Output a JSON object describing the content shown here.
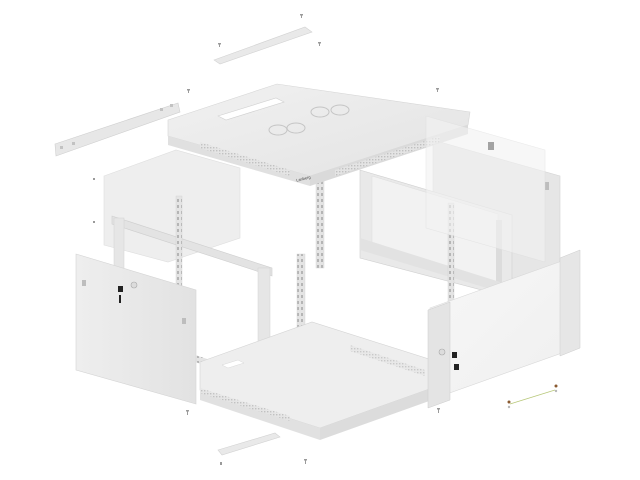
{
  "image": {
    "subject": "Exploded view of a wall-mount network rack cabinet",
    "background_color": "#ffffff",
    "panel_color": "#ececec",
    "panel_shade": "#dcdcdc",
    "edge_color": "#c8c8c8",
    "glass_color": "#f4f4f4",
    "lock_color": "#222222",
    "ground_wire_color": "#b8c87a",
    "logo_text": "Lanberg"
  },
  "parts": [
    {
      "name": "top-cover",
      "label": "Top cover with fan openings"
    },
    {
      "name": "top-rail-strip",
      "label": "Cable entry strip"
    },
    {
      "name": "wall-mount-bracket",
      "label": "Wall mounting bracket"
    },
    {
      "name": "rear-panel",
      "label": "Rear panel"
    },
    {
      "name": "left-frame",
      "label": "Left frame"
    },
    {
      "name": "right-frame",
      "label": "Right frame"
    },
    {
      "name": "mounting-rails",
      "label": "19-inch mounting rails"
    },
    {
      "name": "left-side-panel",
      "label": "Left side panel with lock"
    },
    {
      "name": "right-side-panel",
      "label": "Right side panel"
    },
    {
      "name": "glass-front-door",
      "label": "Glass front door with lock"
    },
    {
      "name": "bottom-base",
      "label": "Bottom base"
    },
    {
      "name": "bottom-strip",
      "label": "Bottom cable strip"
    },
    {
      "name": "ground-wire",
      "label": "Grounding wire"
    },
    {
      "name": "screws",
      "label": "Screws"
    }
  ]
}
